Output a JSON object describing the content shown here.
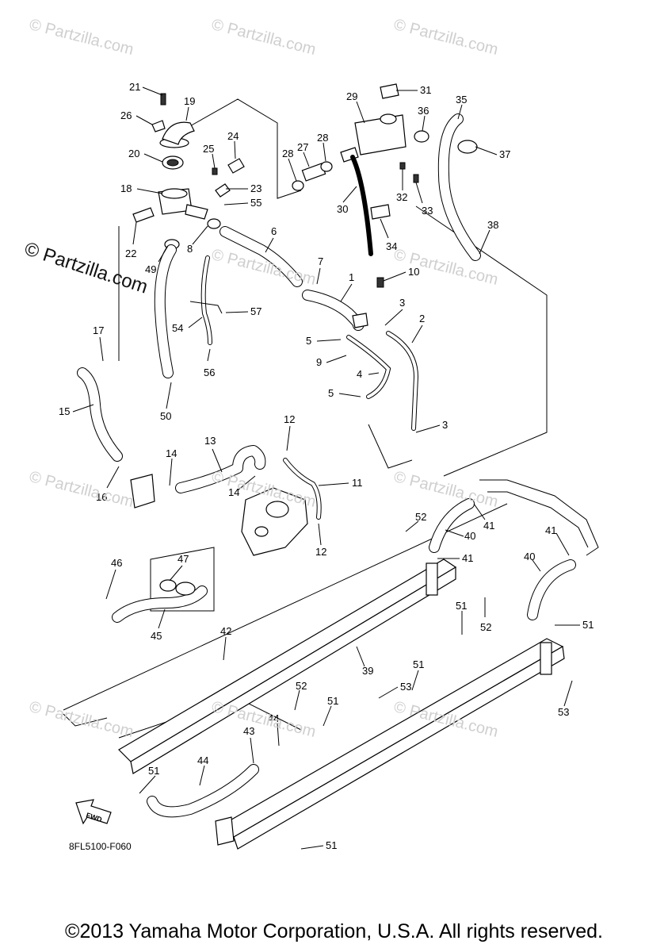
{
  "watermarks": [
    "© Partzilla.com",
    "© Partzilla.com",
    "© Partzilla.com",
    "© Partzilla.com",
    "© Partzilla.com",
    "© Partzilla.com",
    "© Partzilla.com",
    "© Partzilla.com",
    "© Partzilla.com",
    "© Partzilla.com",
    "© Partzilla.com"
  ],
  "watermark_main": "© Partzilla.com",
  "drawing_code": "8FL5100-F060",
  "fwd_label": "FWD",
  "copyright": "©2013 Yamaha Motor Corporation, U.S.A. All rights reserved.",
  "callouts": [
    "21",
    "19",
    "26",
    "20",
    "25",
    "24",
    "18",
    "23",
    "55",
    "22",
    "8",
    "49",
    "6",
    "7",
    "17",
    "15",
    "16",
    "14",
    "13",
    "14",
    "12",
    "11",
    "12",
    "50",
    "56",
    "54",
    "57",
    "1",
    "10",
    "3",
    "2",
    "5",
    "9",
    "4",
    "5",
    "3",
    "29",
    "31",
    "36",
    "35",
    "37",
    "28",
    "27",
    "28",
    "30",
    "32",
    "33",
    "34",
    "38",
    "46",
    "47",
    "45",
    "52",
    "41",
    "40",
    "41",
    "39",
    "40",
    "41",
    "51",
    "51",
    "52",
    "42",
    "51",
    "52",
    "53",
    "44",
    "43",
    "44",
    "51",
    "51"
  ]
}
